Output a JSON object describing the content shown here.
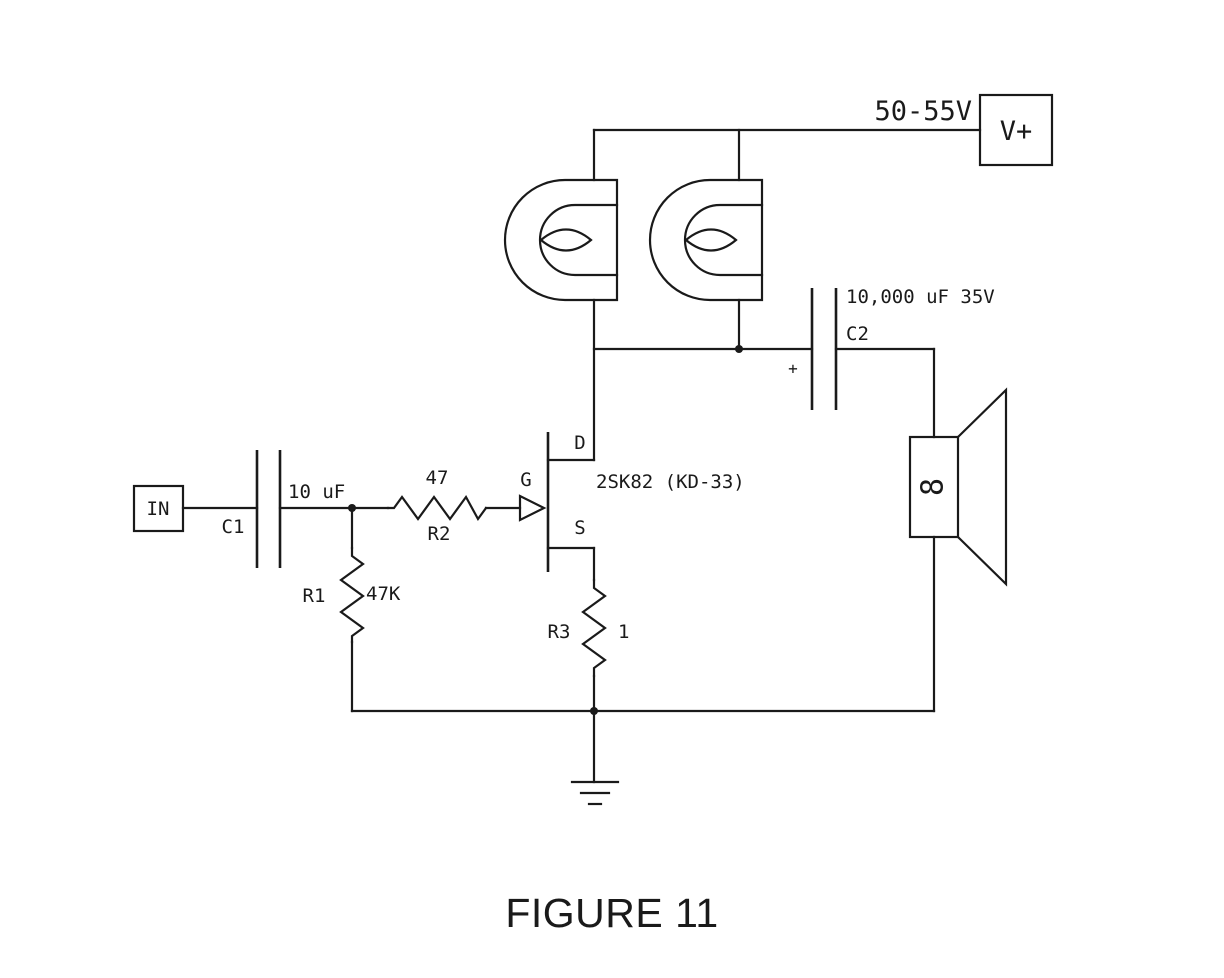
{
  "figure": {
    "caption": "FIGURE 11"
  },
  "power": {
    "voltage": "50-55V",
    "terminal": "V+"
  },
  "input": {
    "terminal": "IN"
  },
  "components": {
    "c1": {
      "ref": "C1",
      "value": "10 uF"
    },
    "r1": {
      "ref": "R1",
      "value": "47K"
    },
    "r2": {
      "ref": "R2",
      "value": "47"
    },
    "r3": {
      "ref": "R3",
      "value": "1"
    },
    "c2": {
      "ref": "C2",
      "value": "10,000 uF 35V",
      "polarity": "+"
    },
    "q1": {
      "part": "2SK82 (KD-33)",
      "gate": "G",
      "drain": "D",
      "source": "S"
    },
    "speaker": {
      "value": "8"
    }
  }
}
